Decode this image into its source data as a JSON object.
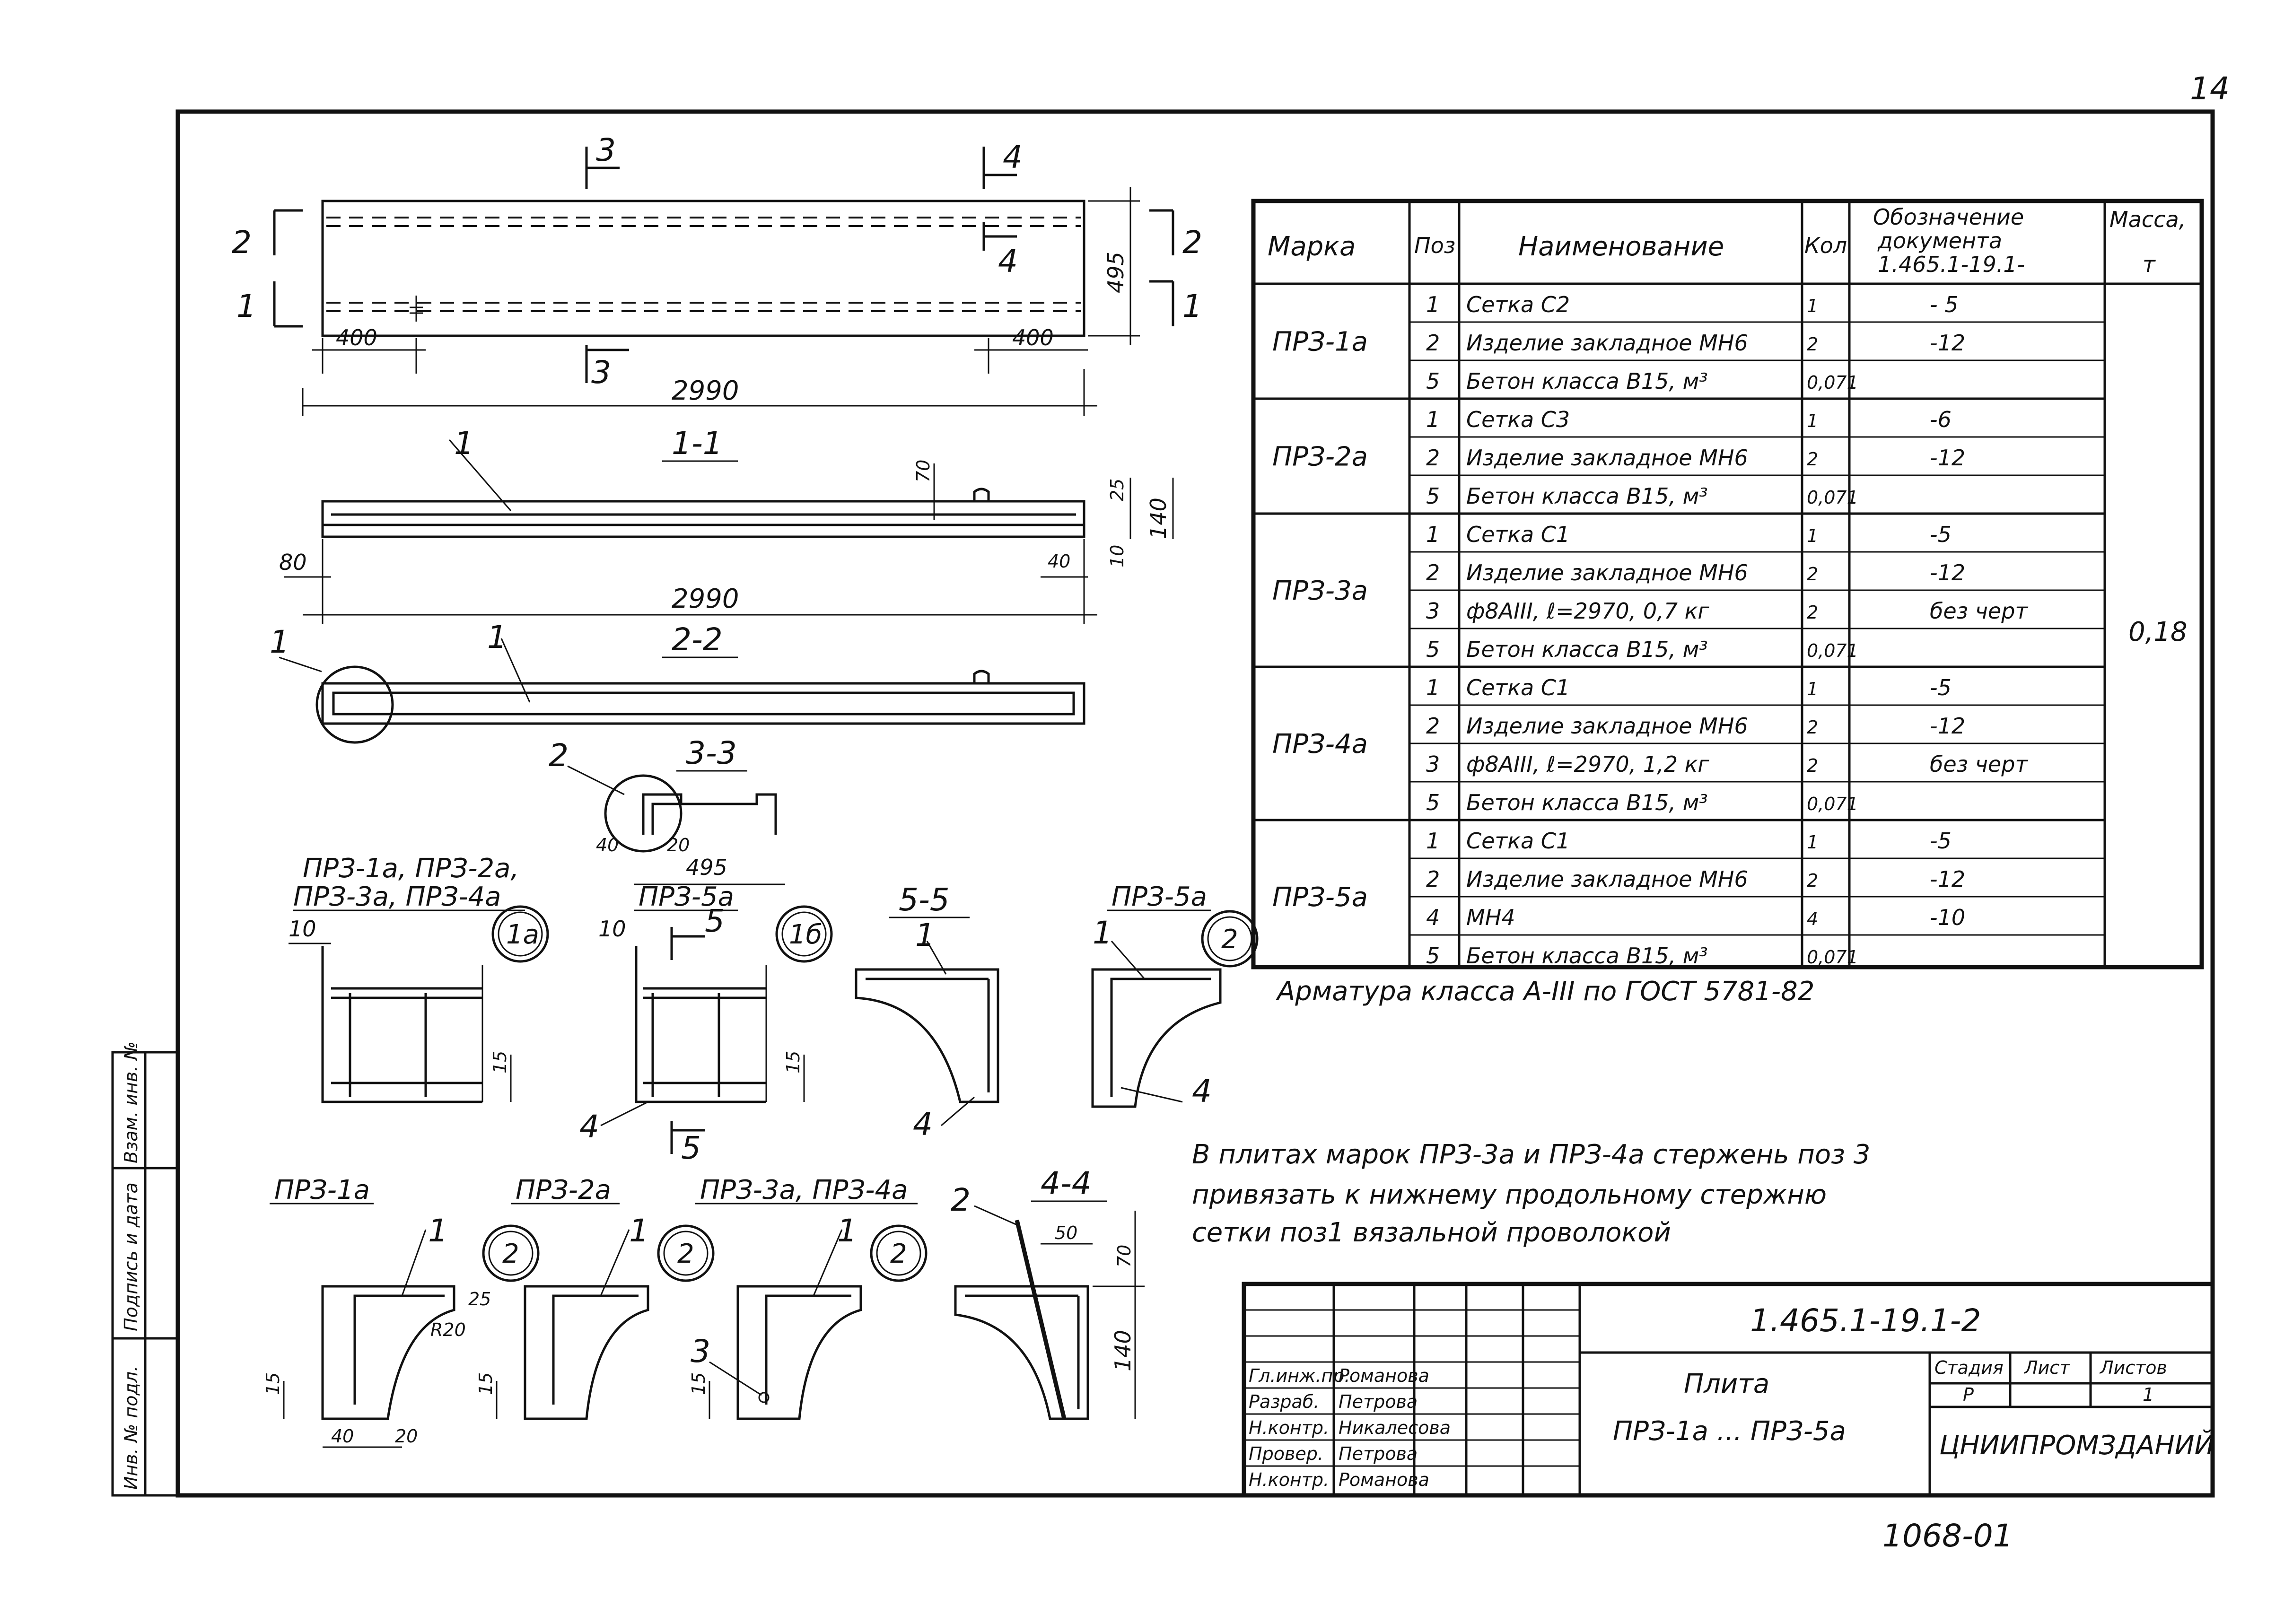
{
  "page_number": "14",
  "bottom_code": "1068-01",
  "plan": {
    "dim_len": "2990",
    "dim_left": "400",
    "dim_right": "400",
    "dim_width": "495",
    "cut2": "2",
    "cut1": "1",
    "cut3": "3",
    "cut4": "4"
  },
  "sec11": {
    "title": "1-1",
    "pos": "1",
    "dim_len": "2990",
    "dim_80": "80",
    "dim_40": "40",
    "dim_70": "70",
    "dim_25": "25",
    "dim_140": "140",
    "dim_10": "10"
  },
  "sec22": {
    "title": "2-2",
    "pos_a": "1",
    "pos_b": "1"
  },
  "sec33": {
    "title": "3-3",
    "pos": "2",
    "dim_40": "40",
    "dim_20": "20",
    "dim_495": "495"
  },
  "det1a": {
    "caption_a": "ПРЗ-1а, ПРЗ-2а,",
    "caption_b": "ПРЗ-3а, ПРЗ-4а",
    "bubble": "1а",
    "dim_10": "10",
    "dim_15": "15"
  },
  "det1b": {
    "caption": "ПРЗ-5а",
    "bubble": "1б",
    "cut": "5",
    "dim_10": "10",
    "dim_15": "15",
    "pos4": "4"
  },
  "sec55": {
    "title": "5-5",
    "pos1": "1",
    "pos4": "4"
  },
  "det2_5a": {
    "caption": "ПРЗ-5а",
    "bubble": "2",
    "pos1": "1",
    "pos4": "4"
  },
  "det_1a": {
    "caption": "ПРЗ-1а",
    "bubble": "2",
    "pos": "1",
    "dim_25": "25",
    "dim_r": "R20",
    "dim_15": "15",
    "dim_40": "40",
    "dim_20": "20"
  },
  "det_2a": {
    "caption": "ПРЗ-2а",
    "bubble": "2",
    "pos": "1",
    "dim_15": "15"
  },
  "det_3a4a": {
    "caption": "ПРЗ-3а, ПРЗ-4а",
    "bubble": "2",
    "pos1": "1",
    "pos3": "3",
    "dim_15": "15"
  },
  "sec44": {
    "title": "4-4",
    "pos": "2",
    "dim_50": "50",
    "dim_70": "70",
    "dim_140": "140"
  },
  "spec": {
    "headers": {
      "mark": "Марка",
      "pos": "Поз",
      "name": "Наименование",
      "qty": "Кол",
      "doc_a": "Обозначение",
      "doc_b": "документа",
      "doc_c": "1.465.1-19.1-",
      "mass_a": "Масса,",
      "mass_b": "т"
    },
    "groups": [
      {
        "mark": "ПРЗ-1а",
        "rows": [
          {
            "pos": "1",
            "name": "Сетка  С2",
            "qty": "1",
            "doc": "- 5"
          },
          {
            "pos": "2",
            "name": "Изделие закладное МН6",
            "qty": "2",
            "doc": "-12"
          },
          {
            "pos": "5",
            "name": "Бетон класса В15, м³",
            "qty": "0,071",
            "doc": ""
          }
        ]
      },
      {
        "mark": "ПРЗ-2а",
        "rows": [
          {
            "pos": "1",
            "name": "Сетка  С3",
            "qty": "1",
            "doc": "-6"
          },
          {
            "pos": "2",
            "name": "Изделие закладное МН6",
            "qty": "2",
            "doc": "-12"
          },
          {
            "pos": "5",
            "name": "Бетон класса В15, м³",
            "qty": "0,071",
            "doc": ""
          }
        ]
      },
      {
        "mark": "ПРЗ-3а",
        "rows": [
          {
            "pos": "1",
            "name": "Сетка  С1",
            "qty": "1",
            "doc": "-5"
          },
          {
            "pos": "2",
            "name": "Изделие закладное МН6",
            "qty": "2",
            "doc": "-12"
          },
          {
            "pos": "3",
            "name": "ф8АIII, ℓ=2970, 0,7 кг",
            "qty": "2",
            "doc": "без черт"
          },
          {
            "pos": "5",
            "name": "Бетон класса В15, м³",
            "qty": "0,071",
            "doc": ""
          }
        ]
      },
      {
        "mark": "ПРЗ-4а",
        "rows": [
          {
            "pos": "1",
            "name": "Сетка  С1",
            "qty": "1",
            "doc": "-5"
          },
          {
            "pos": "2",
            "name": "Изделие закладное МН6",
            "qty": "2",
            "doc": "-12"
          },
          {
            "pos": "3",
            "name": "ф8АIII, ℓ=2970, 1,2 кг",
            "qty": "2",
            "doc": "без черт"
          },
          {
            "pos": "5",
            "name": "Бетон класса В15, м³",
            "qty": "0,071",
            "doc": ""
          }
        ]
      },
      {
        "mark": "ПРЗ-5а",
        "rows": [
          {
            "pos": "1",
            "name": "Сетка  С1",
            "qty": "1",
            "doc": "-5"
          },
          {
            "pos": "2",
            "name": "Изделие закладное МН6",
            "qty": "2",
            "doc": "-12"
          },
          {
            "pos": "4",
            "name": "МН4",
            "qty": "4",
            "doc": "-10"
          },
          {
            "pos": "5",
            "name": "Бетон класса В15, м³",
            "qty": "0,071",
            "doc": ""
          }
        ]
      }
    ],
    "mass": "0,18",
    "footnote": "Арматура класса А-III по ГОСТ 5781-82"
  },
  "note": [
    "В плитах марок ПРЗ-3а и ПРЗ-4а стержень поз 3",
    "привязать к нижнему продольному стержню",
    "сетки поз1 вязальной проволокой"
  ],
  "title_block": {
    "code": "1.465.1-19.1-2",
    "name_a": "Плита",
    "name_b": "ПРЗ-1а ... ПРЗ-5а",
    "stage_label": "Стадия",
    "sheet_label": "Лист",
    "sheets_label": "Листов",
    "stage": "Р",
    "sheets": "1",
    "org": "ЦНИИПРОМЗДАНИЙ",
    "people": [
      {
        "role": "Гл.инж.пр.",
        "name": "Романова"
      },
      {
        "role": "Разраб.",
        "name": "Петрова"
      },
      {
        "role": "Н.контр.",
        "name": "Никалесова"
      },
      {
        "role": "Провер.",
        "name": "Петрова"
      },
      {
        "role": "Н.контр.",
        "name": "Романова"
      }
    ]
  },
  "side_stamp": [
    "Инв. № подл.",
    "Подпись и дата",
    "Взам. инв. №"
  ]
}
